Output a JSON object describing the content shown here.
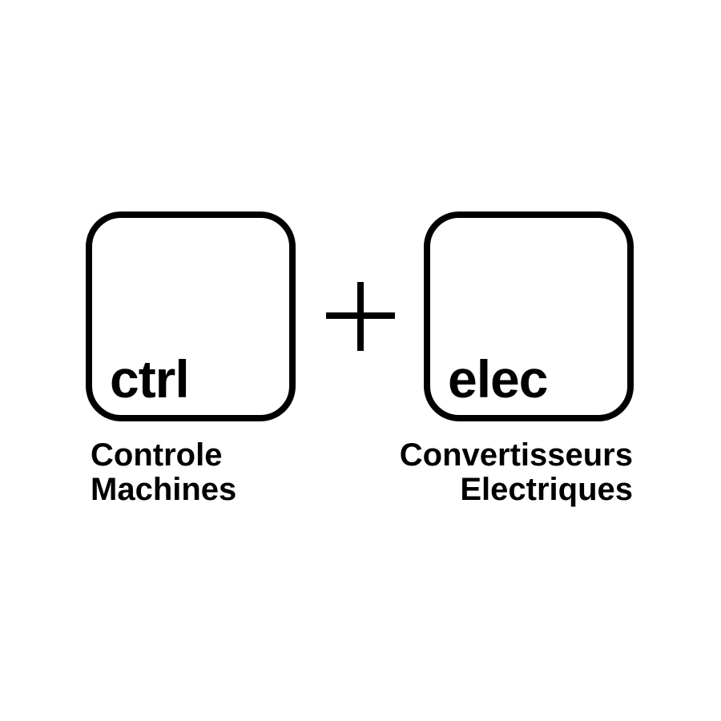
{
  "keys": {
    "left": {
      "label": "ctrl",
      "caption_line1": "Controle",
      "caption_line2": "Machines"
    },
    "right": {
      "label": "elec",
      "caption_line1": "Convertisseurs",
      "caption_line2": "Electriques"
    }
  },
  "operator_icon": "plus-icon",
  "colors": {
    "foreground": "#000000",
    "background": "#ffffff"
  }
}
